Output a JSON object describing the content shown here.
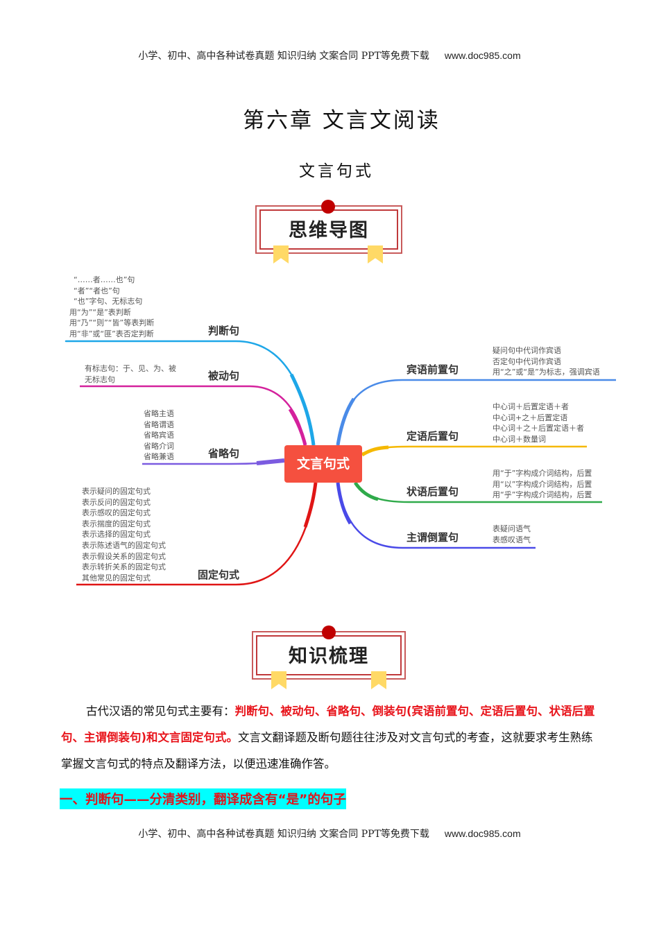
{
  "header": {
    "text": "小学、初中、高中各种试卷真题  知识归纳  文案合同  PPT等免费下载",
    "url": "www.doc985.com"
  },
  "footer": {
    "text": "小学、初中、高中各种试卷真题  知识归纳  文案合同  PPT等免费下载",
    "url": "www.doc985.com"
  },
  "chapter_title": "第六章 文言文阅读",
  "section_title": "文言句式",
  "banners": {
    "mindmap": "思维导图",
    "knowledge": "知识梳理"
  },
  "mindmap": {
    "center": "文言句式",
    "colors": {
      "panduan": "#1ea7e8",
      "beidong": "#d4219c",
      "shenglue": "#7b5be0",
      "guding": "#e01515",
      "binyu": "#4a8be8",
      "dingyu": "#f5b800",
      "zhuangyu": "#2faa4a",
      "zhuwei": "#4a4ae8",
      "center": "#f5503f"
    },
    "left": [
      {
        "label": "判断句",
        "items": [
          "“……者……也”句",
          "“者”“者也”句",
          "“也”字句、无标志句",
          "用“为”“是”表判断",
          "用“乃”“则”“皆”等表判断",
          "用“非”或“匪”表否定判断"
        ]
      },
      {
        "label": "被动句",
        "items": [
          "有标志句：于、见、为、被",
          "无标志句"
        ]
      },
      {
        "label": "省略句",
        "items": [
          "省略主语",
          "省略谓语",
          "省略宾语",
          "省略介词",
          "省略兼语"
        ]
      },
      {
        "label": "固定句式",
        "items": [
          "表示疑问的固定句式",
          "表示反问的固定句式",
          "表示感叹的固定句式",
          "表示揣度的固定句式",
          "表示选择的固定句式",
          "表示陈述语气的固定句式",
          "表示假设关系的固定句式",
          "表示转折关系的固定句式",
          "其他常见的固定句式"
        ]
      }
    ],
    "right": [
      {
        "label": "宾语前置句",
        "items": [
          "疑问句中代词作宾语",
          "否定句中代词作宾语",
          "用“之”或“是”为标志，强调宾语"
        ]
      },
      {
        "label": "定语后置句",
        "items": [
          "中心词＋后置定语＋者",
          "中心词+之＋后置定语",
          "中心词＋之＋后置定语＋者",
          "中心词＋数量词"
        ]
      },
      {
        "label": "状语后置句",
        "items": [
          "用“于”字构成介词结构，后置",
          "用“以”字构成介词结构，后置",
          "用“乎”字构成介词结构，后置"
        ]
      },
      {
        "label": "主谓倒置句",
        "items": [
          "表疑问语气",
          "表感叹语气"
        ]
      }
    ]
  },
  "body": {
    "intro_prefix": "古代汉语的常见句式主要有：",
    "intro_red": "判断句、被动句、省略句、倒装句(宾语前置句、定语后置句、状语后置句、主谓倒装句)和文言固定句式。",
    "intro_suffix": "文言文翻译题及断句题往往涉及对文言句式的考查，这就要求考生熟练掌握文言句式的特点及翻译方法，以便迅速准确作答。",
    "subhead": "一、判断句——分清类别，翻译成含有“是”的句子",
    "subhead_bg": "#00ffff",
    "red_color": "#e8141b"
  }
}
